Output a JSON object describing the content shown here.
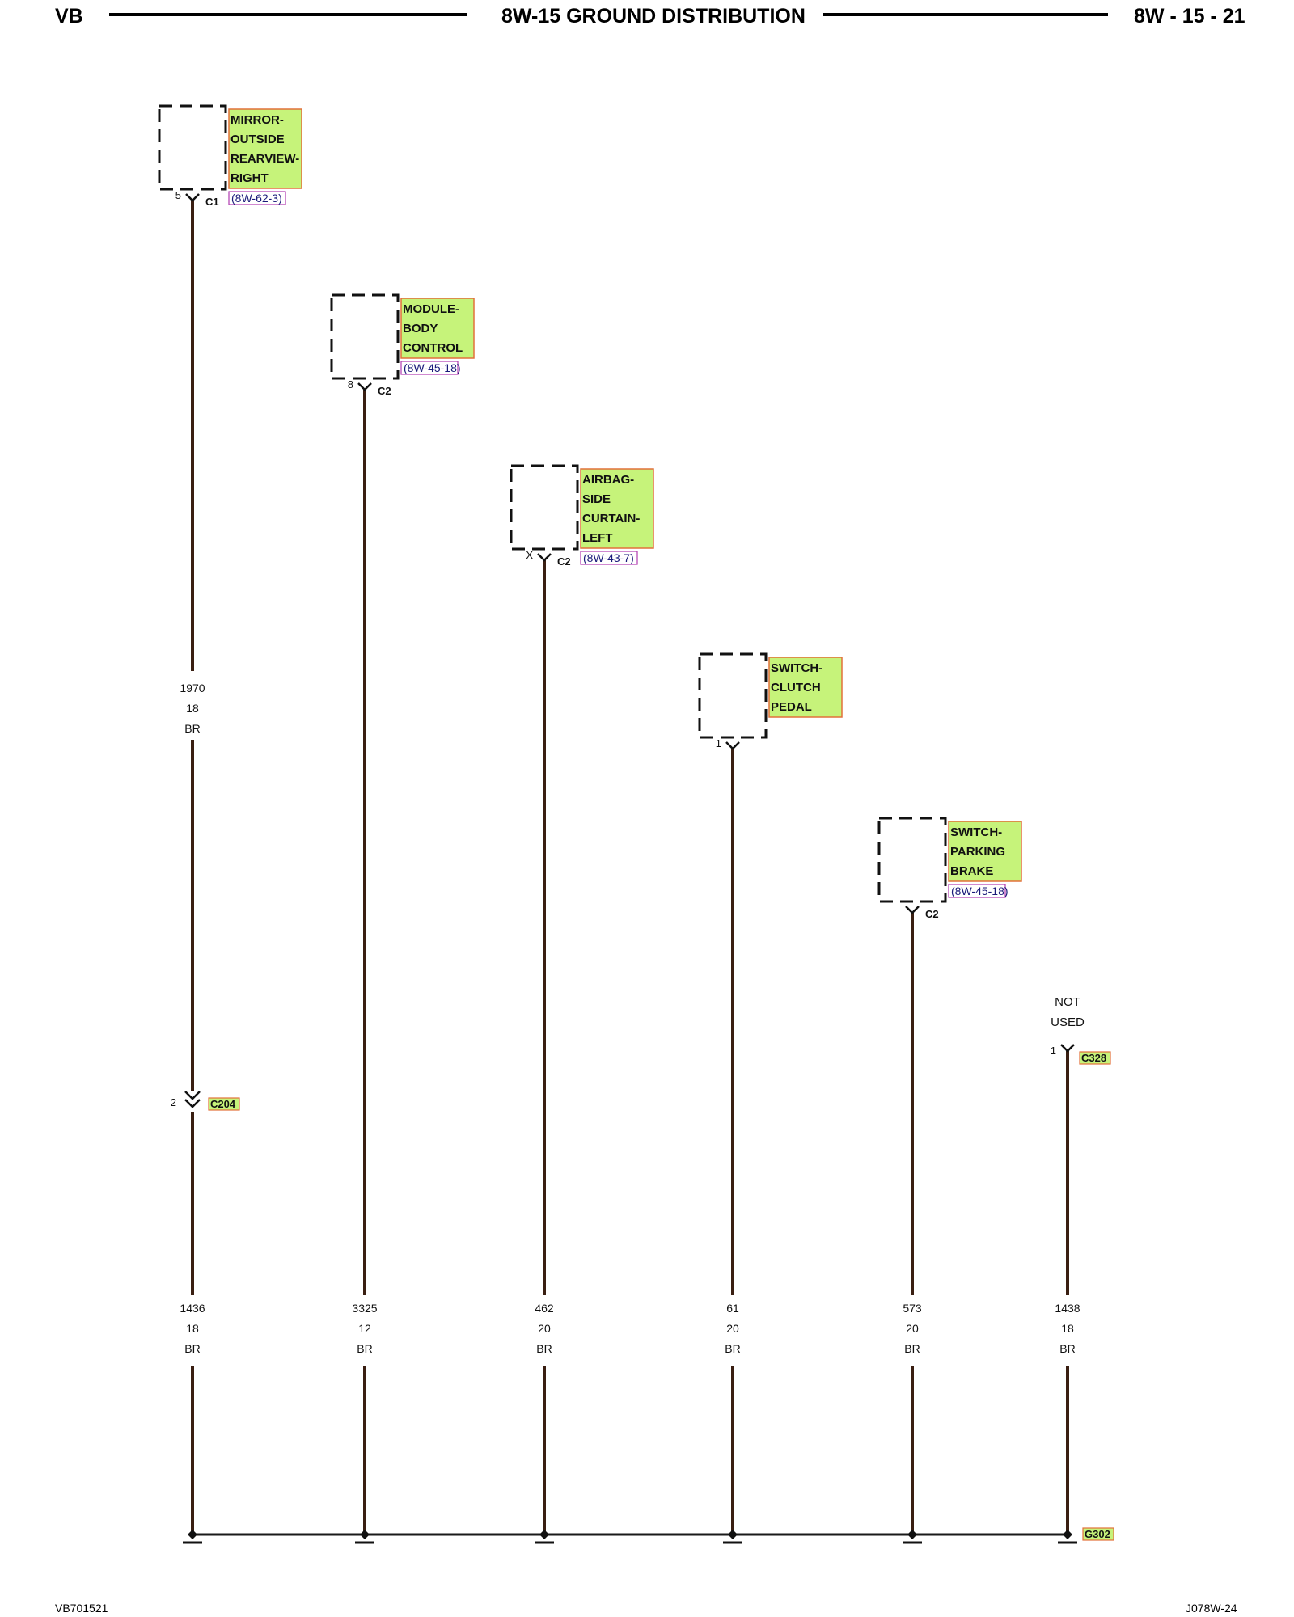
{
  "header": {
    "left": "VB",
    "title": "8W-15 GROUND DISTRIBUTION",
    "right": "8W - 15 - 21"
  },
  "footer": {
    "left": "VB701521",
    "right": "J078W-24"
  },
  "colors": {
    "wire": "#3a1f12",
    "label_fill": "#c6f37a",
    "label_border": "#e2703a",
    "ref_border": "#b03bb0"
  },
  "components": [
    {
      "id": "mirror",
      "name_lines": [
        "MIRROR-",
        "OUTSIDE",
        "REARVIEW-",
        "RIGHT"
      ],
      "ref": "(8W-62-3)",
      "pin": "5",
      "connector": "C1"
    },
    {
      "id": "bcm",
      "name_lines": [
        "MODULE-",
        "BODY",
        "CONTROL"
      ],
      "ref": "(8W-45-18)",
      "pin": "8",
      "connector": "C2"
    },
    {
      "id": "airbag",
      "name_lines": [
        "AIRBAG-",
        "SIDE",
        "CURTAIN-",
        "LEFT"
      ],
      "ref": "(8W-43-7)",
      "pin": "X",
      "connector": "C2"
    },
    {
      "id": "clutch",
      "name_lines": [
        "SWITCH-",
        "CLUTCH",
        "PEDAL"
      ],
      "ref": "",
      "pin": "1",
      "connector": ""
    },
    {
      "id": "parkbrake",
      "name_lines": [
        "SWITCH-",
        "PARKING",
        "BRAKE"
      ],
      "ref": "(8W-45-18)",
      "pin": "",
      "connector": "C2"
    }
  ],
  "not_used": {
    "lines": [
      "NOT",
      "USED"
    ],
    "pin": "1",
    "connector": "C328"
  },
  "inline_connector": {
    "pin": "2",
    "name": "C204"
  },
  "upper_wire": {
    "circuit": "1970",
    "gauge": "18",
    "color": "BR"
  },
  "wires": [
    {
      "circuit": "1436",
      "gauge": "18",
      "color": "BR"
    },
    {
      "circuit": "3325",
      "gauge": "12",
      "color": "BR"
    },
    {
      "circuit": "462",
      "gauge": "20",
      "color": "BR"
    },
    {
      "circuit": "61",
      "gauge": "20",
      "color": "BR"
    },
    {
      "circuit": "573",
      "gauge": "20",
      "color": "BR"
    },
    {
      "circuit": "1438",
      "gauge": "18",
      "color": "BR"
    }
  ],
  "ground": {
    "name": "G302"
  }
}
